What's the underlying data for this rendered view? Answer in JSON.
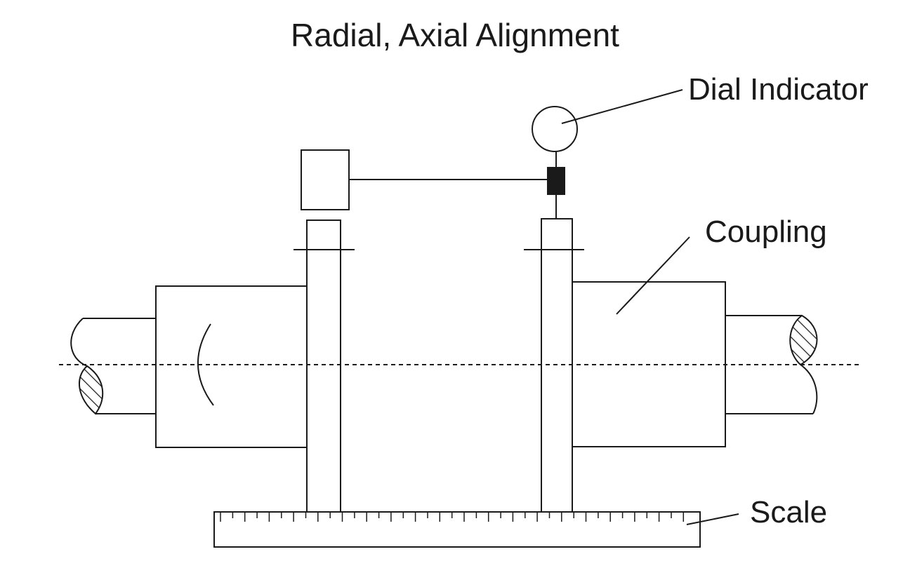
{
  "title": "Radial, Axial Alignment",
  "labels": {
    "dial_indicator": "Dial Indicator",
    "coupling": "Coupling",
    "scale": "Scale"
  },
  "colors": {
    "line": "#1a1a1a",
    "background": "#ffffff"
  }
}
